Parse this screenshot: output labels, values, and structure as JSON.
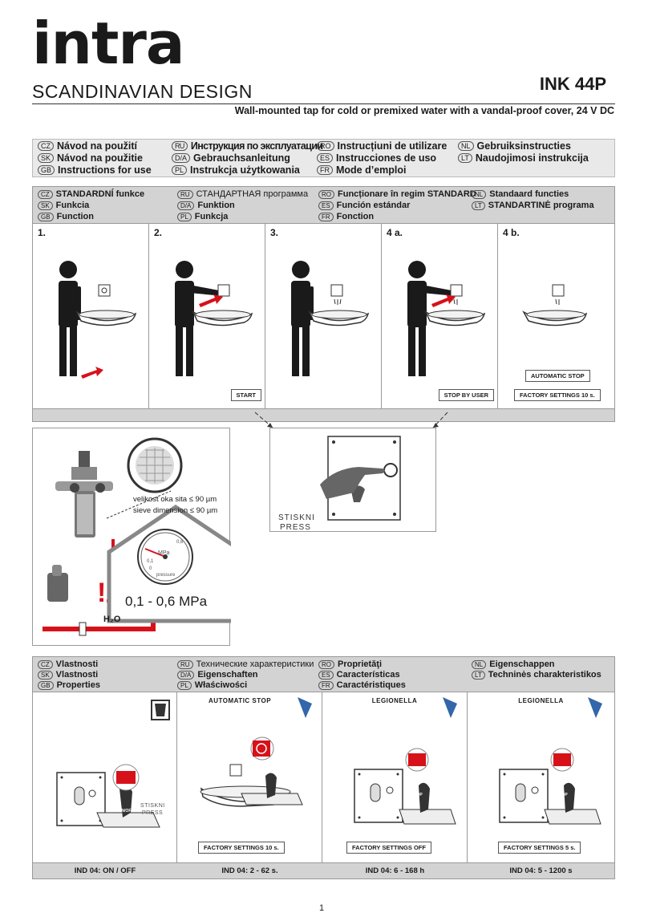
{
  "brand": {
    "logo": "intra",
    "tagline": "SCANDINAVIAN DESIGN"
  },
  "model": "INK 44P",
  "description": "Wall-mounted tap for cold or premixed water with a vandal-proof cover, 24 V DC",
  "manuals": [
    {
      "code": "CZ",
      "label": "Návod na použití"
    },
    {
      "code": "SK",
      "label": "Návod na použitie"
    },
    {
      "code": "GB",
      "label": "Instructions for use"
    },
    {
      "code": "RU",
      "label": "Инструкция по эксплуатации"
    },
    {
      "code": "D/A",
      "label": "Gebrauchsanleitung"
    },
    {
      "code": "PL",
      "label": "Instrukcja użytkowania"
    },
    {
      "code": "RO",
      "label": "Instrucțiuni de utilizare"
    },
    {
      "code": "ES",
      "label": "Instrucciones de uso"
    },
    {
      "code": "FR",
      "label": "Mode d’emploi"
    },
    {
      "code": "NL",
      "label": "Gebruiksinstructies"
    },
    {
      "code": "LT",
      "label": "Naudojimosi instrukcija"
    }
  ],
  "function_header": [
    {
      "code": "CZ",
      "label": "STANDARDNÍ funkce"
    },
    {
      "code": "SK",
      "label": "Funkcia"
    },
    {
      "code": "GB",
      "label": "Function"
    },
    {
      "code": "RU",
      "label": "СТАНДАРТНАЯ программа"
    },
    {
      "code": "D/A",
      "label": "Funktion"
    },
    {
      "code": "PL",
      "label": "Funkcja"
    },
    {
      "code": "RO",
      "label": "Funcționare în regim STANDARD"
    },
    {
      "code": "ES",
      "label": "Función estándar"
    },
    {
      "code": "FR",
      "label": "Fonction"
    },
    {
      "code": "NL",
      "label": "Standaard functies"
    },
    {
      "code": "LT",
      "label": "STANDARTINĖ programa"
    }
  ],
  "steps": [
    {
      "no": "1.",
      "tag": ""
    },
    {
      "no": "2.",
      "tag": "START"
    },
    {
      "no": "3.",
      "tag": ""
    },
    {
      "no": "4 a.",
      "tag": "STOP BY USER"
    },
    {
      "no": "4 b.",
      "tag": "AUTOMATIC STOP",
      "tag2": "FACTORY SETTINGS 10 s."
    }
  ],
  "filter": {
    "line1": "velikost oka sita ≤ 90 µm",
    "line2": "sieve dimension ≤ 90 µm",
    "pressure": "0,1 - 0,6 MPa",
    "gauge_unit": "MPa",
    "gauge_label": "pressure",
    "gauge_tick_min": "0,1",
    "gauge_tick_max": "0,6",
    "gauge_zero": "0",
    "water": "H₂O",
    "warning": "!"
  },
  "press": {
    "line1": "STISKNI",
    "line2": "PRESS"
  },
  "properties_header": [
    {
      "code": "CZ",
      "label": "Vlastnosti"
    },
    {
      "code": "SK",
      "label": "Vlastnosti"
    },
    {
      "code": "GB",
      "label": "Properties"
    },
    {
      "code": "RU",
      "label": "Технические характеристики"
    },
    {
      "code": "D/A",
      "label": "Eigenschaften"
    },
    {
      "code": "PL",
      "label": "Właściwości"
    },
    {
      "code": "RO",
      "label": "Proprietăţi"
    },
    {
      "code": "ES",
      "label": "Características"
    },
    {
      "code": "FR",
      "label": "Caractéristiques"
    },
    {
      "code": "NL",
      "label": "Eigenschappen"
    },
    {
      "code": "LT",
      "label": "Techninės charakteristikos"
    }
  ],
  "properties": [
    {
      "title": "",
      "settings": "",
      "foot": "IND 04: ON / OFF",
      "button": "ON/OFF",
      "press1": "STISKNI",
      "press2": "PRESS"
    },
    {
      "title": "AUTOMATIC STOP",
      "settings": "FACTORY SETTINGS 10 s.",
      "foot": "IND 04: 2 - 62 s.",
      "button": ""
    },
    {
      "title": "LEGIONELLA",
      "settings": "FACTORY SETTINGS OFF",
      "foot": "IND 04: 6 - 168 h",
      "button": "STOP"
    },
    {
      "title": "LEGIONELLA",
      "settings": "FACTORY SETTINGS 5 s.",
      "foot": "IND 04: 5 - 1200 s",
      "button": "STOP"
    }
  ],
  "page_number": "1",
  "colors": {
    "accent": "#d6111a",
    "panel": "#d3d3d3",
    "ink": "#1a1a1a"
  }
}
